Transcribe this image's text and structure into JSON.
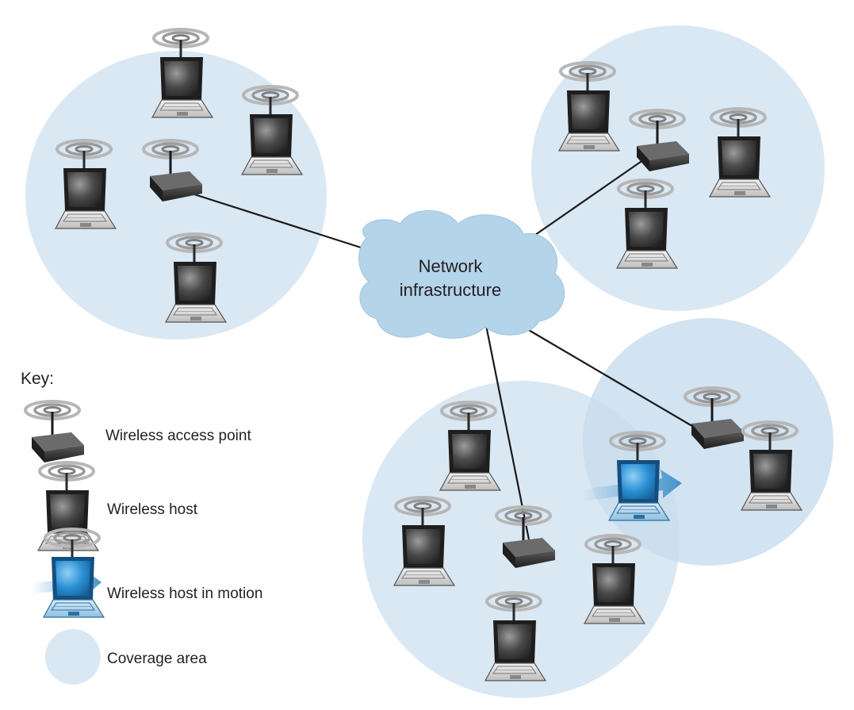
{
  "cloud": {
    "line1": "Network",
    "line2": "infrastructure"
  },
  "key": {
    "title": "Key:",
    "access_point": "Wireless access point",
    "host": "Wireless host",
    "host_motion": "Wireless host in motion",
    "coverage": "Coverage area"
  },
  "colors": {
    "coverage": "#dae8f4",
    "cloud": "#b4d4ea",
    "device": "#2a2a2a",
    "screen_dark": "#3a3a3a",
    "screen_motion": "#2a8fd3",
    "motion_arrow": "#3d8fc8",
    "link": "#1a1a1a",
    "signal": "#9a9a9a"
  }
}
